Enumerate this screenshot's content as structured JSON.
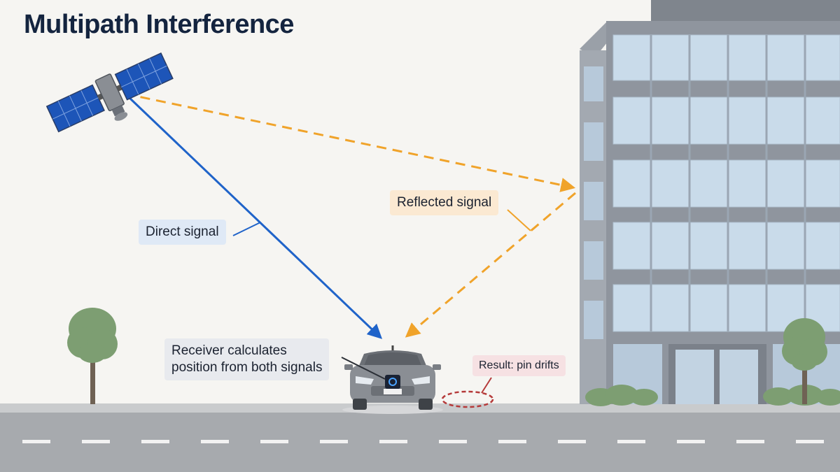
{
  "title": "Multipath Interference",
  "labels": {
    "direct": "Direct signal",
    "reflected": "Reflected signal",
    "receiver_line1": "Receiver calculates",
    "receiver_line2": "position from both signals",
    "result": "Result: pin drifts"
  },
  "colors": {
    "direct_signal": "#1f63c9",
    "reflected_signal": "#f0a32a",
    "drift_marker": "#b53a3a",
    "title": "#14243f",
    "building": "#8f959e",
    "glass": "#c9dbea",
    "road": "#a7aaae",
    "tree": "#7d9e72",
    "car": "#8a8e94"
  },
  "icons": [
    "satellite-icon",
    "car-icon",
    "building-icon",
    "tree-icon"
  ]
}
